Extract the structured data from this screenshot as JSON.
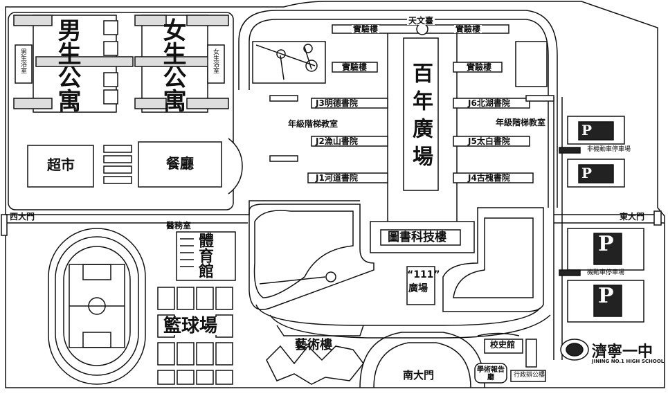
{
  "labels": {
    "male_dorm": "男生公寓",
    "female_dorm": "女生公寓",
    "male_bath": "男生浴室",
    "female_bath": "女生浴室",
    "supermarket": "超市",
    "canteen": "餐廳",
    "west_gate": "西大門",
    "east_gate": "東大門",
    "south_gate": "南大門",
    "observatory": "天文臺",
    "lab_top_left": "實驗樓",
    "lab_top_right": "實驗樓",
    "lab_mid_left": "實驗樓",
    "lab_mid_right": "實驗樓",
    "centennial_square": "百年廣場",
    "j3": "J3明德書院",
    "j6": "J6北湖書院",
    "grade_ladder_left": "年級階梯教室",
    "grade_ladder_right": "年級階梯教室",
    "j2": "J2漁山書院",
    "j5": "J5太白書院",
    "j1": "J1河道書院",
    "j4": "J4古槐書院",
    "library": "圖書科技樓",
    "square_111_num": "“111”",
    "square_111": "廣場",
    "clinic": "醫務室",
    "gym": "體育館",
    "basketball": "籃球場",
    "art_building": "藝術樓",
    "history_hall": "校史館",
    "lecture_hall": "學術報告廳",
    "admin_building": "行政辦公樓",
    "bike_parking": "非機動車停車場",
    "motor_parking": "機動車停車場",
    "parking_p": "P",
    "school_logo_name": "濟寧一中",
    "school_logo_en": "JINING NO.1 HIGH SCHOOL"
  },
  "colors": {
    "line": "#111111",
    "fill_dark": "#222222",
    "fill_light": "#ffffff"
  },
  "icons": [
    "parking-icon",
    "bicycle-icon",
    "car-icon",
    "school-logo-icon"
  ]
}
